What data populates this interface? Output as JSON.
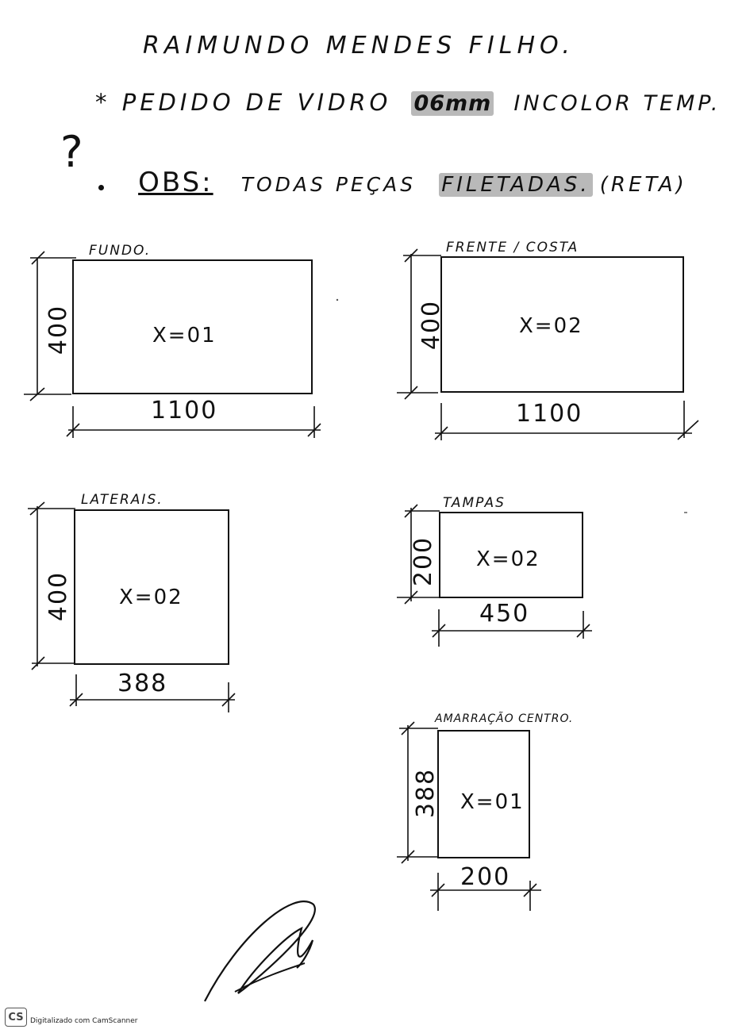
{
  "header": {
    "name": "RAIMUNDO MENDES FILHO.",
    "order_prefix": "* PEDIDO DE VIDRO",
    "order_thickness": "06mm",
    "order_suffix": "INCOLOR TEMP.",
    "question_mark": "?",
    "obs_label": "OBS:",
    "obs_text": "TODAS PEÇAS",
    "obs_highlight": "FILETADAS.",
    "obs_paren": "(RETA)"
  },
  "pieces": [
    {
      "label": "FUNDO.",
      "quantity": "X=01",
      "width": "1100",
      "height": "400"
    },
    {
      "label": "FRENTE / COSTA",
      "quantity": "X=02",
      "width": "1100",
      "height": "400"
    },
    {
      "label": "LATERAIS.",
      "quantity": "X=02",
      "width": "388",
      "height": "400"
    },
    {
      "label": "TAMPAS",
      "quantity": "X=02",
      "width": "450",
      "height": "200"
    },
    {
      "label": "AMARRAÇÃO CENTRO.",
      "quantity": "X=01",
      "width": "200",
      "height": "388"
    }
  ],
  "footer": {
    "logo": "CS",
    "scanner_text": "Digitalizado com CamScanner"
  },
  "colors": {
    "ink": "#111111",
    "highlight": "#b9b9b9",
    "paper": "#ffffff"
  }
}
